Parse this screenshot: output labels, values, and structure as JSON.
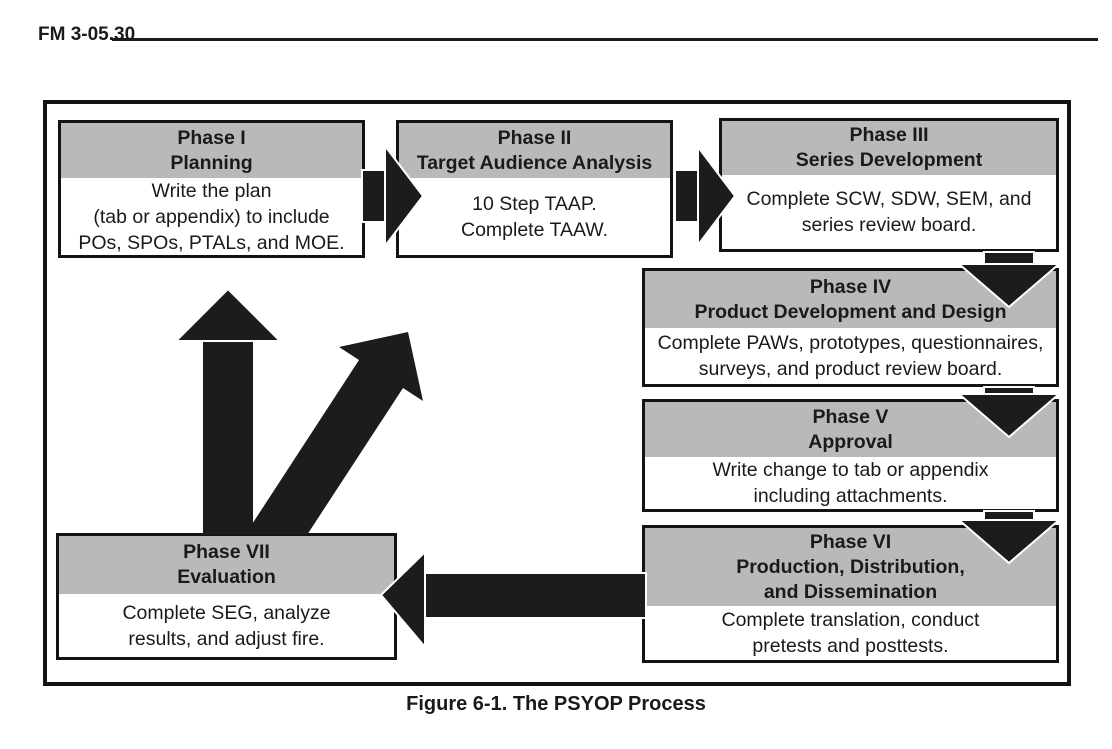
{
  "page": {
    "header_label": "FM 3-05.30",
    "caption": "Figure 6-1. The PSYOP Process"
  },
  "colors": {
    "phase_header_fill": "#b9b9b9",
    "box_border": "#131313",
    "arrow_fill": "#1c1c1c",
    "page_background": "#ffffff",
    "text": "#1a1a1a"
  },
  "phases": [
    {
      "title_lines": [
        "Phase I",
        "Planning"
      ],
      "body_lines": [
        "Write the plan",
        "(tab or appendix) to include",
        "POs, SPOs, PTALs, and MOE."
      ]
    },
    {
      "title_lines": [
        "Phase II",
        "Target Audience Analysis"
      ],
      "body_lines": [
        "10 Step TAAP.",
        "Complete TAAW."
      ]
    },
    {
      "title_lines": [
        "Phase III",
        "Series Development"
      ],
      "body_lines": [
        "Complete SCW, SDW, SEM, and",
        "series review board."
      ]
    },
    {
      "title_lines": [
        "Phase IV",
        "Product Development and Design"
      ],
      "body_lines": [
        "Complete PAWs, prototypes, questionnaires,",
        "surveys, and product review board."
      ]
    },
    {
      "title_lines": [
        "Phase V",
        "Approval"
      ],
      "body_lines": [
        "Write change to tab or appendix",
        "including attachments."
      ]
    },
    {
      "title_lines": [
        "Phase VI",
        "Production, Distribution,",
        "and Dissemination"
      ],
      "body_lines": [
        "Complete translation, conduct",
        "pretests and posttests."
      ]
    },
    {
      "title_lines": [
        "Phase VII",
        "Evaluation"
      ],
      "body_lines": [
        "Complete SEG, analyze",
        "results, and adjust fire."
      ]
    }
  ],
  "flow_arrows": [
    {
      "name": "arrow-phase1-to-phase2",
      "direction": "right"
    },
    {
      "name": "arrow-phase2-to-phase3",
      "direction": "right"
    },
    {
      "name": "arrow-phase3-to-phase4",
      "direction": "down"
    },
    {
      "name": "arrow-phase4-to-phase5",
      "direction": "down"
    },
    {
      "name": "arrow-phase5-to-phase6",
      "direction": "down"
    },
    {
      "name": "arrow-phase6-to-phase7",
      "direction": "left"
    },
    {
      "name": "arrow-phase7-to-phase1",
      "direction": "up"
    },
    {
      "name": "arrow-phase7-to-phase2",
      "direction": "up-right"
    }
  ]
}
